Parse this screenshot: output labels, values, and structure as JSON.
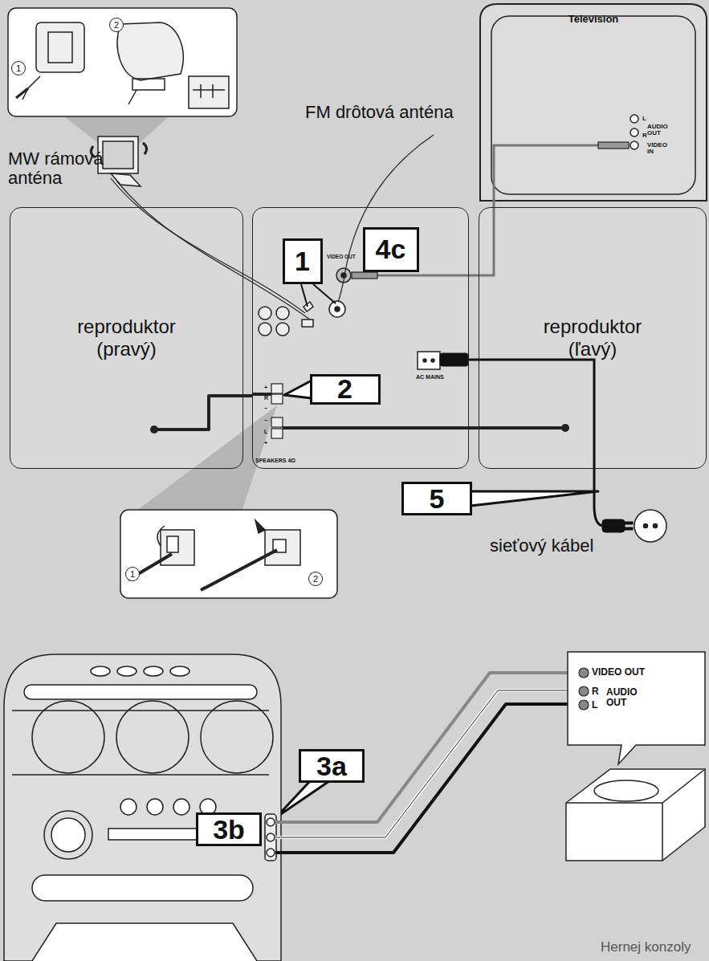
{
  "diagram": {
    "nodes": [
      {
        "text": [
          "Television",
          "L",
          "AUDIO OUT",
          "R",
          "VIDEO IN"
        ]
      },
      {
        "text": [
          "reproduktor (pravý)"
        ]
      },
      {
        "text": [
          "VIDEO OUT",
          "AC MAINS",
          "+",
          "R",
          "−",
          "−",
          "L",
          "+",
          "SPEAKERS 4Ω"
        ]
      },
      {
        "text": [
          "1"
        ],
        "in": 2
      },
      {
        "text": [
          "4c"
        ],
        "in": 2
      },
      {
        "text": [
          "2"
        ],
        "in": 2
      },
      {
        "text": [
          "reproduktor (ľavý)"
        ]
      },
      {
        "text": [
          "5"
        ]
      },
      {
        "text": [
          "3a"
        ]
      },
      {
        "text": [
          "3b"
        ]
      },
      {
        "text": [
          "VIDEO OUT",
          "R",
          "AUDIO OUT",
          "L"
        ]
      }
    ],
    "edges": [
      {
        "from": 2,
        "to": 0,
        "arrow": "none"
      },
      {
        "from": 2,
        "to": 1,
        "arrow": "none"
      },
      {
        "from": 2,
        "to": 6,
        "arrow": "none"
      }
    ],
    "labels": [
      "1",
      "2",
      "MW rámová anténa",
      "FM drôtová anténa",
      "1",
      "2",
      "sieťový kábel",
      "Hernej konzoly"
    ]
  }
}
